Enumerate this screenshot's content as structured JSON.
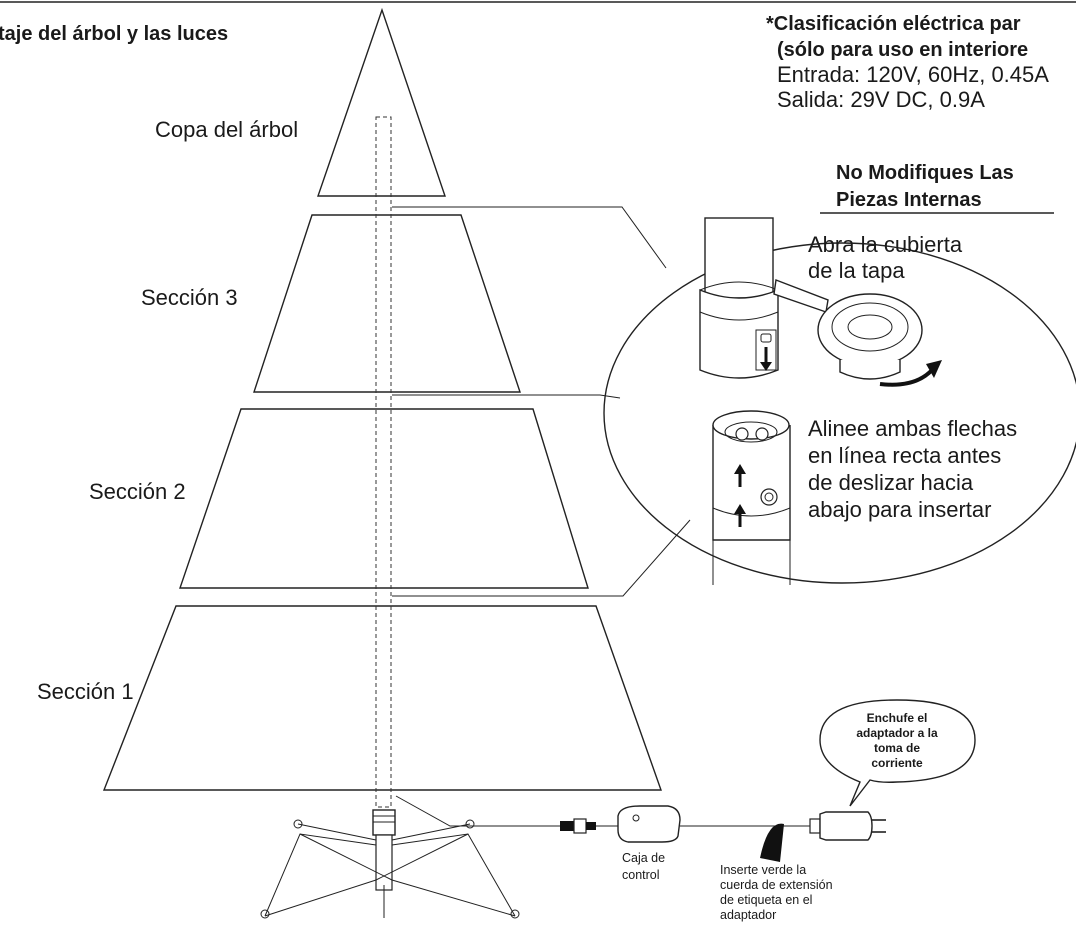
{
  "header": {
    "title": "taje del árbol y las luces"
  },
  "spec": {
    "title_line1": "*Clasificación eléctrica par",
    "title_line2": "(sólo para uso en interiore",
    "input": "Entrada: 120V, 60Hz, 0.45A",
    "output": "Salida: 29V DC, 0.9A"
  },
  "warning": {
    "line1": "No Modifiques Las",
    "line2": "Piezas Internas"
  },
  "sections": {
    "top": "Copa del árbol",
    "s3": "Sección 3",
    "s2": "Sección 2",
    "s1": "Sección 1"
  },
  "detail": {
    "open_line1": "Abra la cubierta",
    "open_line2": "de la tapa",
    "align_line1": "Alinee ambas flechas",
    "align_line2": "en línea recta antes",
    "align_line3": "de deslizar hacia",
    "align_line4": "abajo para insertar"
  },
  "control_box": {
    "line1": "Caja de",
    "line2": "control"
  },
  "insert_note": {
    "line1": "Inserte verde la",
    "line2": "cuerda de extensión",
    "line3": "de etiqueta en el",
    "line4": "adaptador"
  },
  "bubble": {
    "line1": "Enchufe el",
    "line2": "adaptador a la",
    "line3": "toma de",
    "line4": "corriente"
  },
  "icons": [
    "arrow-down-icon",
    "arrow-up-icon",
    "rotate-arrow-icon",
    "plug-icon"
  ]
}
